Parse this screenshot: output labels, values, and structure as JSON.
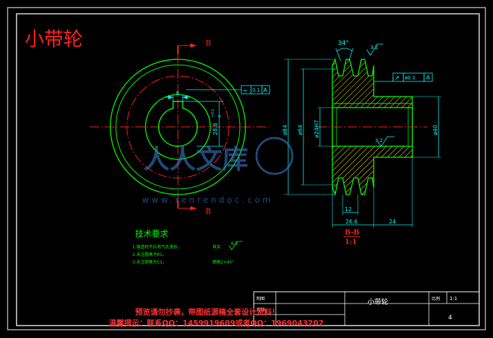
{
  "title": "小带轮",
  "section_marks": {
    "top": "B",
    "bottom": "B"
  },
  "front_view_dims": {
    "key_width": "8",
    "key_depth": "28.8",
    "key_tol_upper": "+0.1",
    "key_tol_lower": "0",
    "runout_symbol": "⌯",
    "runout_value": "0.1",
    "runout_datum": "A"
  },
  "section_view_dims": {
    "groove_angle": "34°",
    "surface_finish_top": "3.2",
    "runout_symbol": "↗",
    "runout_value": "ø0.1",
    "runout_datum": "A",
    "dia_outer": "ø84",
    "dia_pitch": "ø64",
    "dia_bore": "ø24H7",
    "dia_hub": "ø40",
    "surface_finish_inner": "3.2",
    "groove_pitch": "12",
    "width_total": "26.6",
    "hub_length": "24"
  },
  "section_label": "B-B",
  "section_scale": "1:1",
  "tech_req": {
    "heading": "技术要求",
    "items": [
      "1.铸造时不应有气孔夹砂。",
      "2.未注圆角为R1。",
      "3.未注倒角为C1。"
    ],
    "note_rest": "其余",
    "note_rest_finish": "6.3",
    "note_chamfer": "倒角2×45°"
  },
  "title_block": {
    "drawn_label": "制图",
    "check_label": "审核",
    "part_name": "小带轮",
    "scale_label": "比例",
    "scale_value": "1:1",
    "sheet_no": "4"
  },
  "watermark": {
    "logo_text": "人人文库",
    "url": "www.renrendoc.com",
    "notice_line1": "预览请勿抄袭，带图纸源稿全套设计资料！",
    "notice_line2": "温馨提示：联系QQ：1459919609或者QQ：1969043202"
  },
  "colors": {
    "background": "#000000",
    "frame": "#ffffff",
    "outline": "#00ff00",
    "centerline": "#ff2020",
    "dimension": "#00ffff",
    "hatch": "#ffff00",
    "title": "#ff2020"
  }
}
